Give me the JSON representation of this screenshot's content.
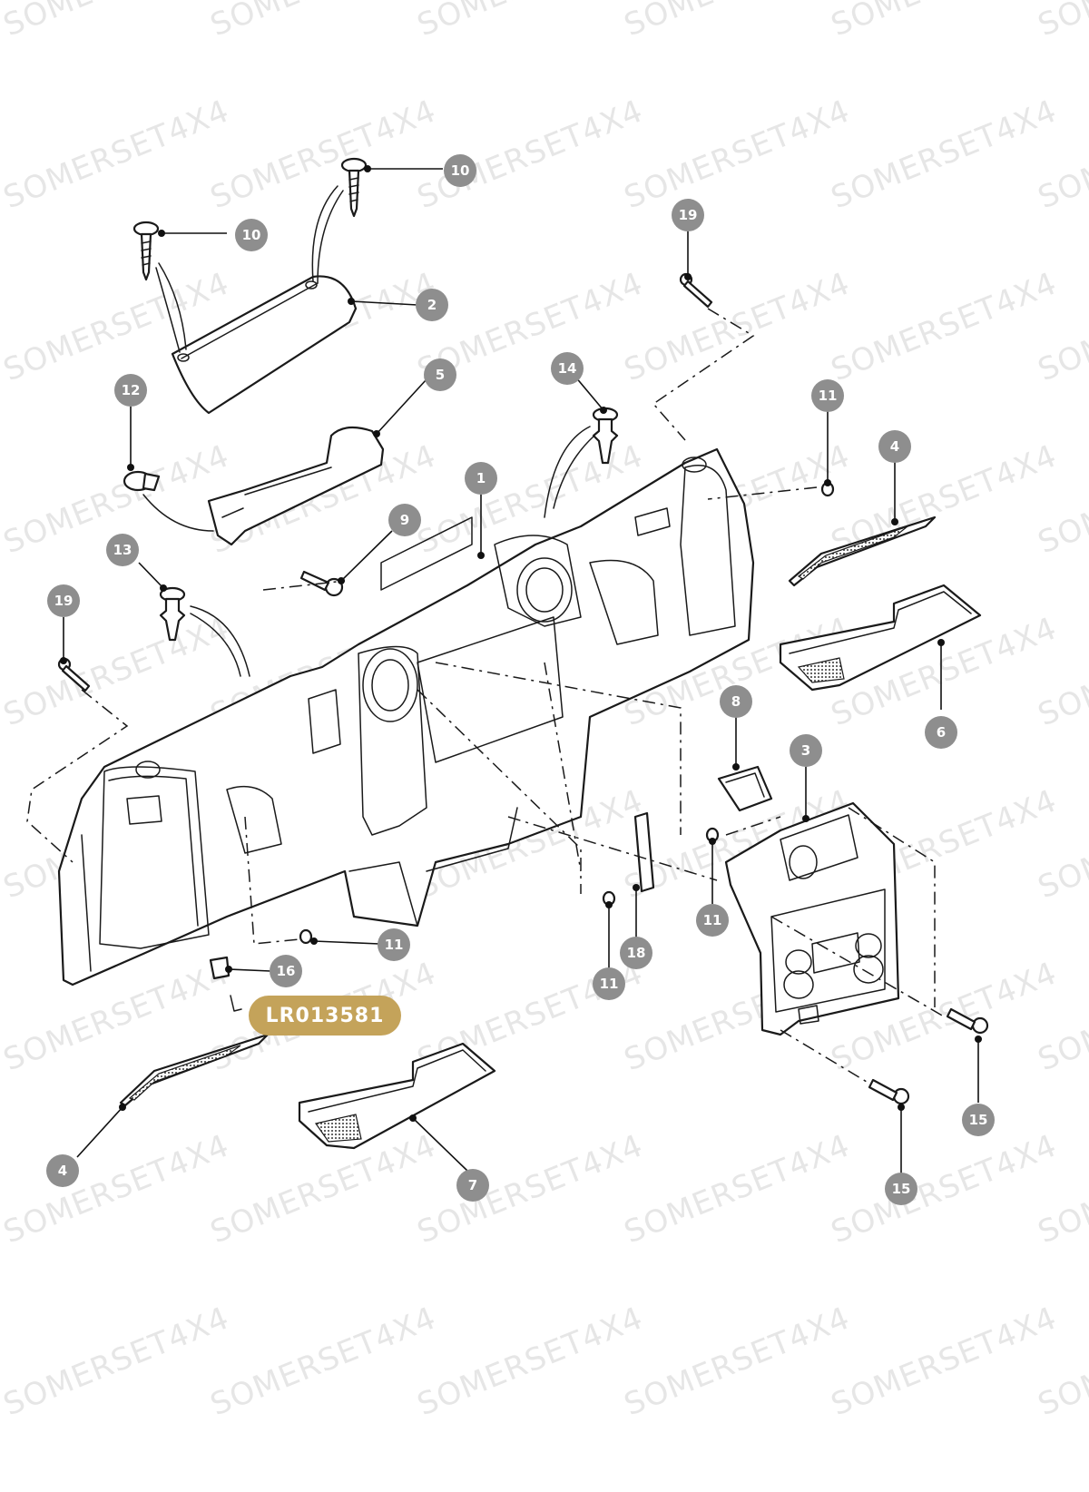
{
  "watermark": {
    "text": "SOMERSET4X4"
  },
  "part_number": {
    "label": "LR013581"
  },
  "callouts": [
    "10",
    "10",
    "2",
    "19",
    "12",
    "5",
    "14",
    "11",
    "4",
    "1",
    "9",
    "13",
    "19",
    "6",
    "8",
    "3",
    "11",
    "11",
    "18",
    "11",
    "16",
    "4",
    "7",
    "15",
    "15"
  ],
  "colors": {
    "callout_fill": "#8e8e8e",
    "badge_fill": "#c4a35a",
    "line": "#1a1a1a"
  }
}
